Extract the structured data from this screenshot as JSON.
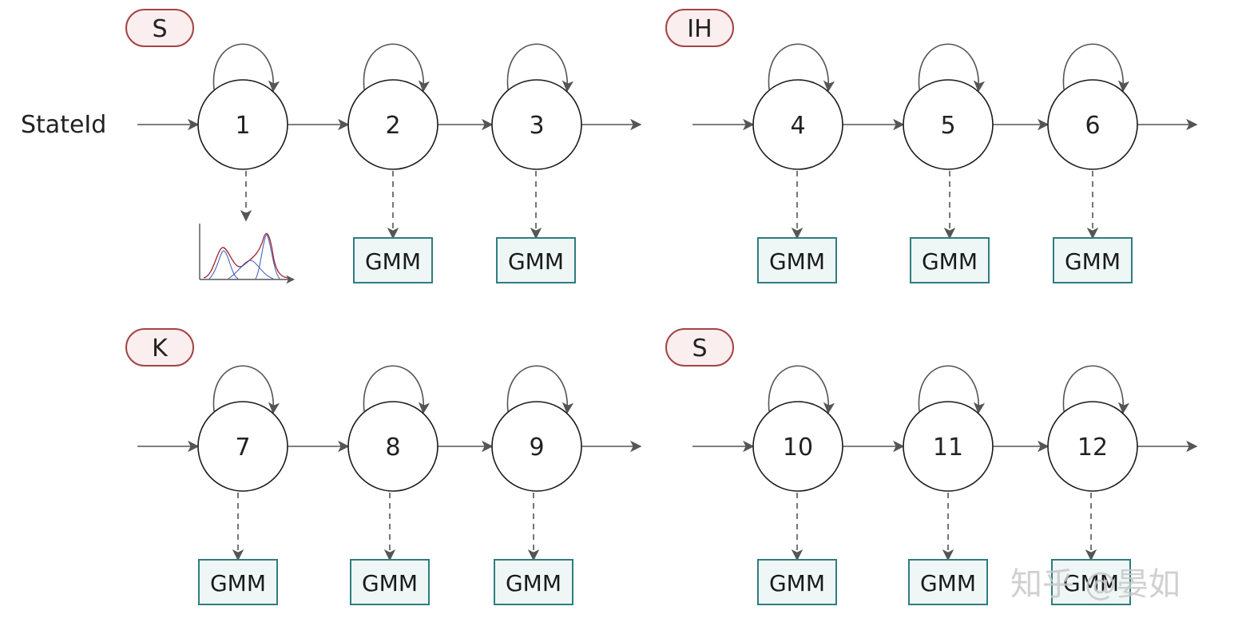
{
  "row_label": "StateId",
  "output_label": "GMM",
  "watermark": "知乎 @晏如",
  "colors": {
    "gmm_border": "#2e7d80",
    "gmm_fill": "#eef7f6",
    "phone_border": "#a34444",
    "phone_fill": "#fbeeee",
    "curve_red": "#a3222a",
    "curve_blue": "#3a5bb8"
  },
  "phones": [
    {
      "label": "S",
      "states": [
        "1",
        "2",
        "3"
      ],
      "first_output": "density-plot"
    },
    {
      "label": "IH",
      "states": [
        "4",
        "5",
        "6"
      ],
      "first_output": "GMM"
    },
    {
      "label": "K",
      "states": [
        "7",
        "8",
        "9"
      ],
      "first_output": "GMM"
    },
    {
      "label": "S",
      "states": [
        "10",
        "11",
        "12"
      ],
      "first_output": "GMM"
    }
  ]
}
